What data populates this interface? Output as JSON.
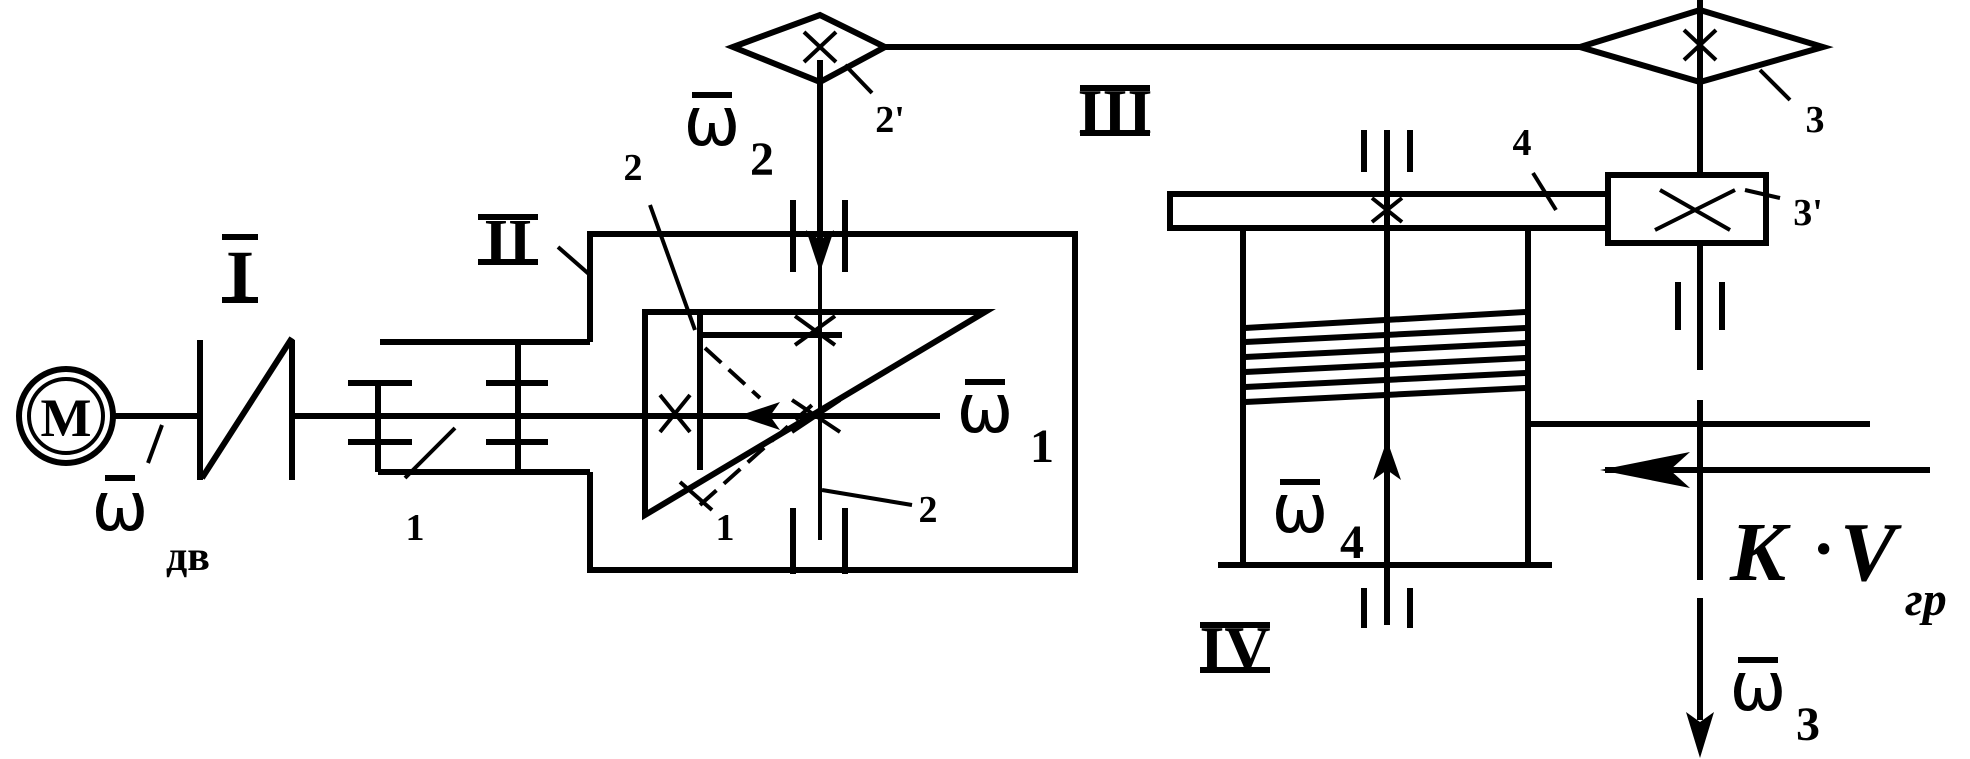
{
  "colors": {
    "ink": "#000000",
    "background": "#ffffff"
  },
  "motor": {
    "label": "M"
  },
  "units": {
    "unit_1": "I",
    "unit_2": "II",
    "unit_3": "III",
    "unit_4": "IV"
  },
  "omega_symbol": "ω",
  "omega_labels": {
    "motor_sub": "дв",
    "omega_1_sub": "1",
    "omega_2_sub": "2",
    "omega_3_sub": "3",
    "omega_4_sub": "4"
  },
  "part_numbers": {
    "gear_1_clutch": "1",
    "gear_1_cone": "1",
    "gear_2_top": "2",
    "gear_2_bottom": "2",
    "gear_2_prime": "2'",
    "gear_3": "3",
    "gear_3_prime": "3'",
    "gear_4": "4"
  },
  "force": {
    "k": "K",
    "dot": "·",
    "v": "V",
    "sub": "гр"
  }
}
